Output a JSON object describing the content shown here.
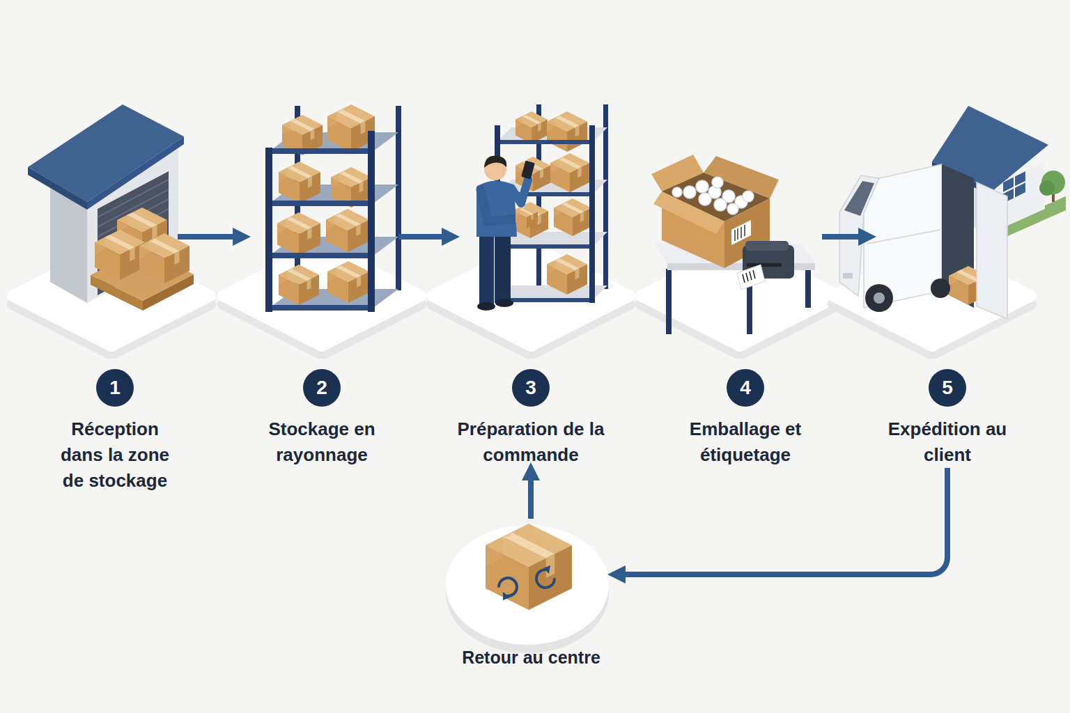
{
  "diagram": {
    "nodes": [
      {
        "text": [
          "Réception dans la zone de stockage"
        ]
      },
      {
        "text": [
          "1"
        ],
        "in": 0
      },
      {
        "text": [
          "Stockage en rayonnage"
        ]
      },
      {
        "text": [
          "2"
        ],
        "in": 2
      },
      {
        "text": [
          "Préparation de la commande"
        ]
      },
      {
        "text": [
          "3"
        ],
        "in": 4
      },
      {
        "text": [
          "Emballage et étiquetage"
        ]
      },
      {
        "text": [
          "4"
        ],
        "in": 6
      },
      {
        "text": [
          "Expédition au client"
        ]
      },
      {
        "text": [
          "5"
        ],
        "in": 8
      },
      {
        "text": [
          "Retour au centre"
        ]
      }
    ],
    "edges": [
      {
        "from": 0,
        "to": 2,
        "arrow": "to"
      },
      {
        "from": 2,
        "to": 4,
        "arrow": "to"
      },
      {
        "from": 6,
        "to": 8,
        "arrow": "to"
      },
      {
        "from": 8,
        "to": 10,
        "arrow": "to"
      },
      {
        "from": 10,
        "to": 4,
        "arrow": "to"
      }
    ]
  }
}
